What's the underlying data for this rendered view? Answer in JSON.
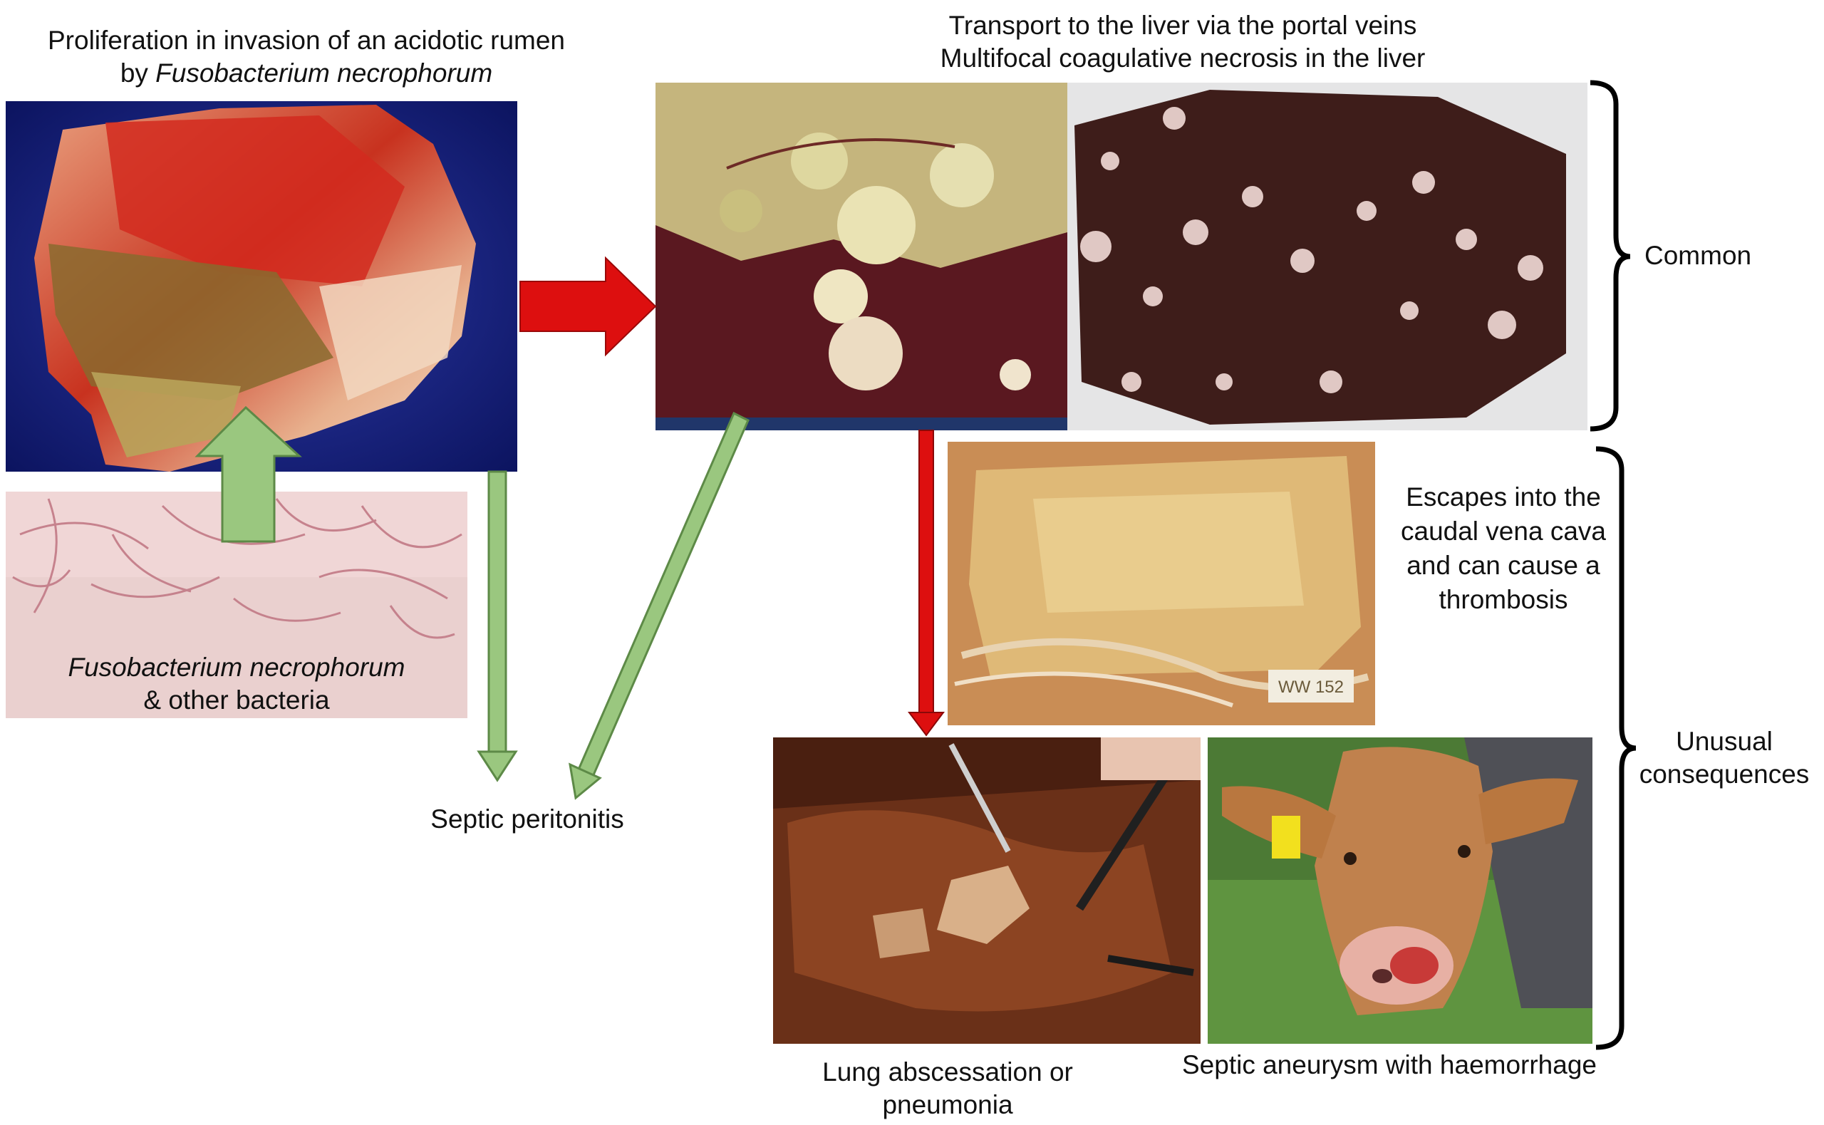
{
  "colors": {
    "red_arrow": "#dd0f0f",
    "green_arrow": "#9ac77f",
    "green_arrow_stroke": "#5d8a47",
    "bracket": "#000000",
    "text": "#111111"
  },
  "rumen": {
    "line1": "Proliferation in invasion of an acidotic rumen",
    "line2_prefix": "by ",
    "line2_italic": "Fusobacterium necrophorum"
  },
  "bacteria": {
    "line1_italic": "Fusobacterium necrophorum",
    "line2": "& other bacteria"
  },
  "liver": {
    "line1": "Transport to the liver via the portal veins",
    "line2": "Multifocal coagulative necrosis in the liver"
  },
  "brackets": {
    "common": "Common",
    "unusual_line1": "Unusual",
    "unusual_line2": "consequences"
  },
  "peritonitis": "Septic peritonitis",
  "vena_cava": [
    "Escapes into the",
    "caudal vena cava",
    "and can cause a",
    "thrombosis"
  ],
  "lung": [
    "Lung abscessation or",
    "pneumonia"
  ],
  "aneurysm": "Septic aneurysm with haemorrhage",
  "photo_tag": "WW 152",
  "icons": {
    "rumen_photo": "rumen-photo",
    "bacteria_photo": "bacteria-micrograph",
    "liver_photo_a": "liver-abscess-photo",
    "liver_photo_b": "liver-necrosis-photo",
    "vena_cava_photo": "vena-cava-thrombus-photo",
    "lung_photo": "lung-abscess-photo",
    "calf_photo": "calf-haemorrhage-photo"
  }
}
